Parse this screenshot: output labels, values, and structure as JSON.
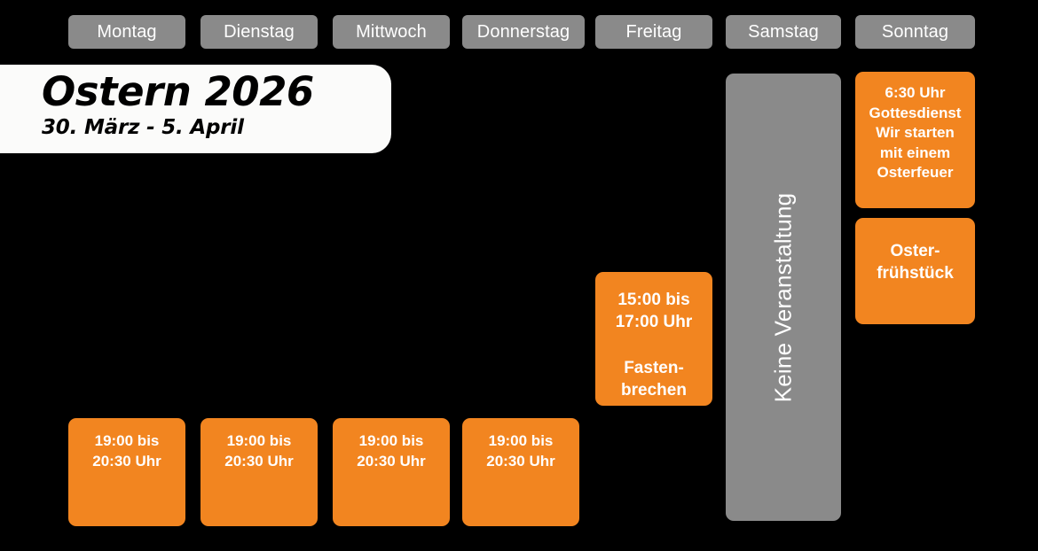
{
  "banner": {
    "title": "Ostern 2026",
    "subtitle": "30. März - 5. April"
  },
  "colors": {
    "background": "#000000",
    "header_grey": "#8a8a8a",
    "event_orange": "#f28520",
    "banner_white": "#fbfbfa",
    "text_white": "#ffffff",
    "text_black": "#000000"
  },
  "days": [
    {
      "label": "Montag"
    },
    {
      "label": "Dienstag"
    },
    {
      "label": "Mittwoch"
    },
    {
      "label": "Donnerstag"
    },
    {
      "label": "Freitag"
    },
    {
      "label": "Samstag"
    },
    {
      "label": "Sonntag"
    }
  ],
  "events": {
    "montag_evening": {
      "line1": "19:00 bis",
      "line2": "20:30 Uhr"
    },
    "dienstag_evening": {
      "line1": "19:00 bis",
      "line2": "20:30 Uhr"
    },
    "mittwoch_evening": {
      "line1": "19:00 bis",
      "line2": "20:30 Uhr"
    },
    "donnerstag_evening": {
      "line1": "19:00 bis",
      "line2": "20:30 Uhr"
    },
    "freitag_fastenbrechen": {
      "line1": "15:00 bis",
      "line2": "17:00 Uhr",
      "line3": "Fasten-",
      "line4": "brechen"
    },
    "samstag_none": {
      "label": "Keine Veranstaltung"
    },
    "sonntag_gottesdienst": {
      "line1": "6:30 Uhr",
      "line2": "Gottesdienst",
      "line3": "Wir starten",
      "line4": "mit einem",
      "line5": "Osterfeuer"
    },
    "sonntag_fruehstueck": {
      "line1": "Oster-",
      "line2": "frühstück"
    }
  }
}
